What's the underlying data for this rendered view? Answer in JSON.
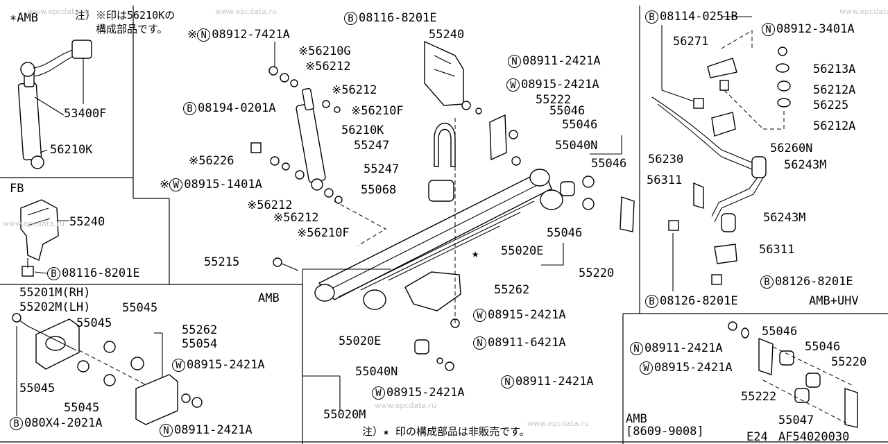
{
  "notes": {
    "top_note": "注）※印は56210Kの",
    "top_note2": "構成部品です。",
    "bottom_note": "注）★ 印の構成部品は非販売です。",
    "star": "★"
  },
  "sections": {
    "amb_top_left": "∗AMB",
    "fb": "FB",
    "amb_bottom_left": "AMB",
    "amb_uhv": "AMB+UHV",
    "amb_bottom_right": "AMB",
    "date_range": "[8609-9008]",
    "code_e24": "E24",
    "code_af": "AF54020030"
  },
  "labels": {
    "p53400F": "53400F",
    "p56210K_a": "56210K",
    "p55240_fb": "55240",
    "b08116_fb": "08116-8201E",
    "p55201M": "55201M(RH)",
    "p55202M": "55202M(LH)",
    "p55045_a": "55045",
    "p55045_b": "55045",
    "p55045_c": "55045",
    "p55045_d": "55045",
    "b080X4": "080X4-2021A",
    "p55262_a": "55262",
    "p55054": "55054",
    "w08915_a": "08915-2421A",
    "n08911_a": "08911-2421A",
    "n08912_7421": "08912-7421A",
    "p56210G": "56210G",
    "p56212_a": "56212",
    "b08194": "08194-0201A",
    "p56212_b": "56212",
    "p56210F_a": "56210F",
    "p56210K_b": "56210K",
    "p56226": "56226",
    "w08915_1401": "08915-1401A",
    "p56212_c": "56212",
    "p56212_d": "56212",
    "p56210F_b": "56210F",
    "p55215": "55215",
    "b08116_top": "08116-8201E",
    "p55240_top": "55240",
    "p55247_a": "55247",
    "p55247_b": "55247",
    "p55068": "55068",
    "n08911_b": "08911-2421A",
    "w08915_b": "08915-2421A",
    "p55222_a": "55222",
    "p55046_a": "55046",
    "p55046_b": "55046",
    "p55040N_a": "55040N",
    "p55046_c": "55046",
    "p55046_d": "55046",
    "p55020E_a": "55020E",
    "p55220_a": "55220",
    "p55262_b": "55262",
    "w08915_c": "08915-2421A",
    "n08911_6421": "08911-6421A",
    "p55020E_b": "55020E",
    "p55040N_b": "55040N",
    "w08915_d": "08915-2421A",
    "n08911_c": "08911-2421A",
    "p55020M": "55020M",
    "b08114": "08114-0251B",
    "n08912_3401": "08912-3401A",
    "p56271": "56271",
    "p56213A": "56213A",
    "p56212A_a": "56212A",
    "p56225": "56225",
    "p56212A_b": "56212A",
    "p56260N": "56260N",
    "p56230": "56230",
    "p56243M_a": "56243M",
    "p56311_a": "56311",
    "p56243M_b": "56243M",
    "p56311_b": "56311",
    "b08126_a": "08126-8201E",
    "b08126_b": "08126-8201E",
    "n08911_d": "08911-2421A",
    "w08915_e": "08915-2421A",
    "p55046_e": "55046",
    "p55046_f": "55046",
    "p55220_b": "55220",
    "p55222_b": "55222",
    "p55047": "55047"
  },
  "markers": {
    "B": "B",
    "N": "N",
    "W": "W",
    "ref": "※"
  },
  "watermark": "www.epcdata.ru"
}
